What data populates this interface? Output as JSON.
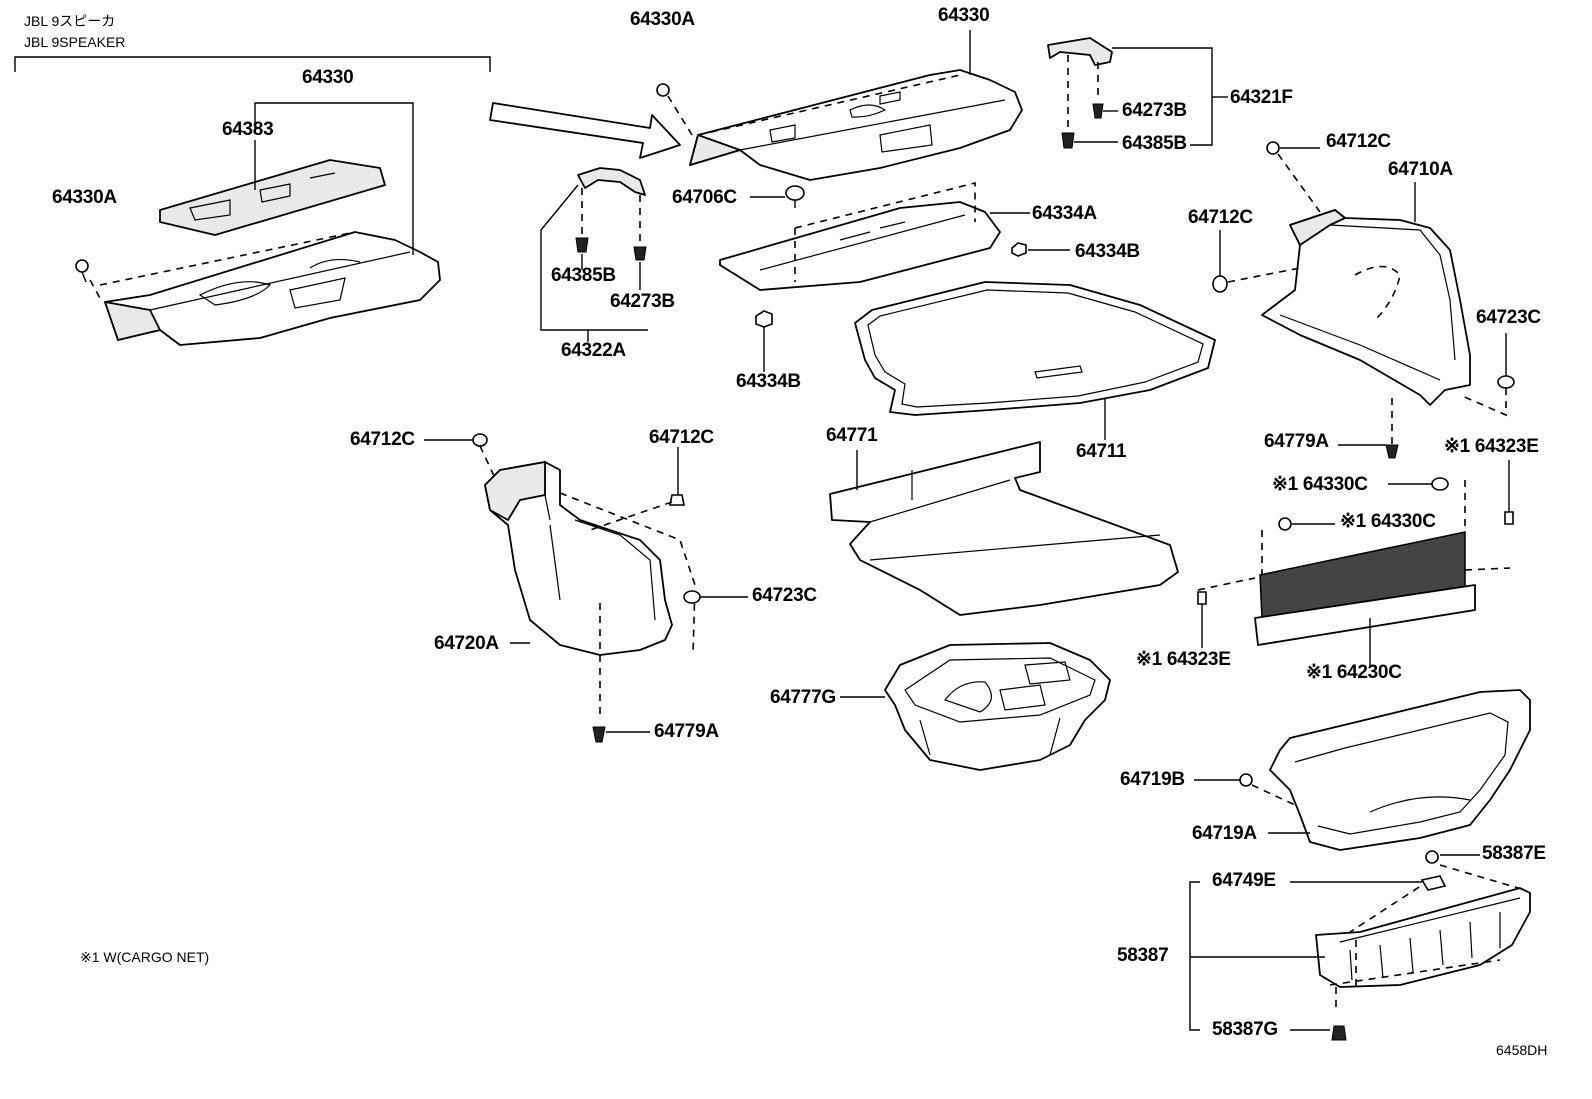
{
  "header": {
    "variant_jp": "JBL 9スピーカ",
    "variant_en": "JBL 9SPEAKER"
  },
  "footnote": "※1 W(CARGO NET)",
  "figure_code": "6458DH",
  "labels": {
    "l64330_a": "64330",
    "l64383": "64383",
    "l64330A_a": "64330A",
    "l64330A_b": "64330A",
    "l64330_b": "64330",
    "l64273B_a": "64273B",
    "l64321F": "64321F",
    "l64385B_a": "64385B",
    "l64706C": "64706C",
    "l64334A": "64334A",
    "l64334B_a": "64334B",
    "l64334B_b": "64334B",
    "l64385B_b": "64385B",
    "l64273B_b": "64273B",
    "l64322A": "64322A",
    "l64712C_a": "64712C",
    "l64710A": "64710A",
    "l64712C_b": "64712C",
    "l64723C_a": "64723C",
    "l64711": "64711",
    "l64779A_a": "64779A",
    "l64323E_a": "※1 64323E",
    "l64330C_a": "※1  64330C",
    "l64330C_b": "※1 64330C",
    "l64323E_b": "※1 64323E",
    "l64230C": "※1 64230C",
    "l64712C_c": "64712C",
    "l64712C_d": "64712C",
    "l64771": "64771",
    "l64723C_b": "64723C",
    "l64720A": "64720A",
    "l64779A_b": "64779A",
    "l64777G": "64777G",
    "l64719B": "64719B",
    "l64719A": "64719A",
    "l58387E": "58387E",
    "l64749E": "64749E",
    "l58387": "58387",
    "l58387G": "58387G"
  }
}
